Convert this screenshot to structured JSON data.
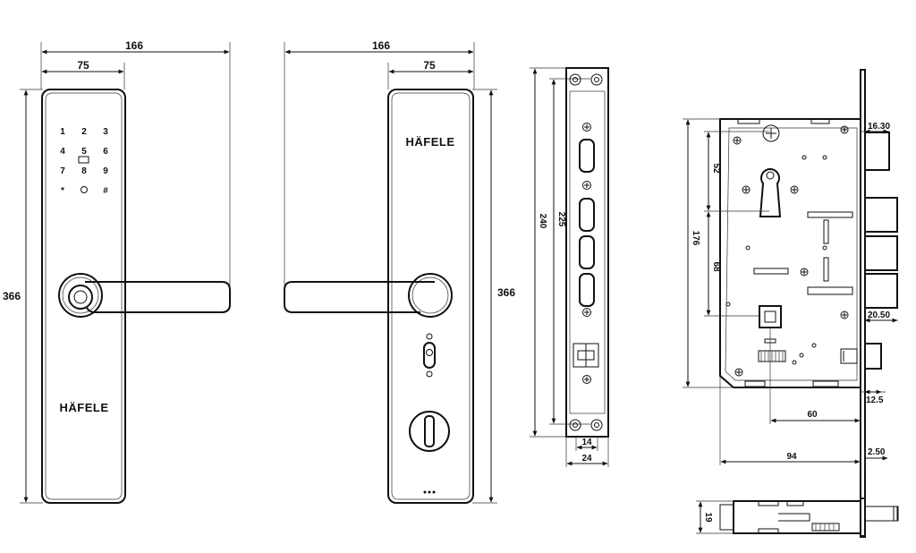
{
  "front_view": {
    "width_label": "166",
    "handle_offset_label": "75",
    "height_label": "366",
    "brand": "HÄFELE",
    "keypad": [
      "1",
      "2",
      "3",
      "4",
      "5",
      "6",
      "7",
      "8",
      "9",
      "*",
      "o",
      "#"
    ]
  },
  "back_view": {
    "width_label": "166",
    "handle_offset_label": "75",
    "height_label": "366",
    "brand": "HÄFELE"
  },
  "faceplate_view": {
    "outer_height_label": "240",
    "inner_height_label": "225",
    "inner_width_label": "14",
    "outer_width_label": "24"
  },
  "lockbody_view": {
    "top_offset_label": "16.30",
    "dim_52_label": "52",
    "dim_176_label": "176",
    "dim_68_label": "68",
    "dim_2050_label": "20.50",
    "dim_125_label": "12.5",
    "dim_60_label": "60",
    "dim_94_label": "94",
    "dim_250_label": "2.50",
    "dim_19_label": "19"
  }
}
